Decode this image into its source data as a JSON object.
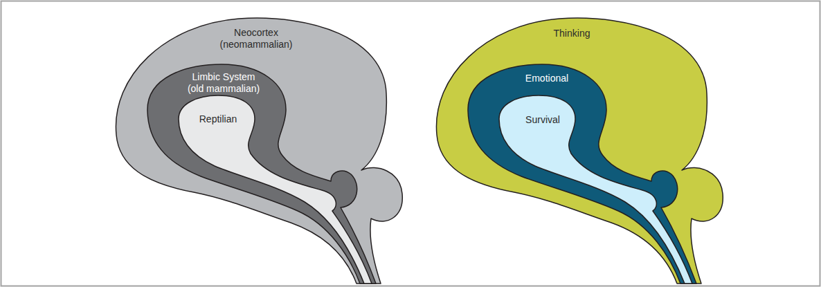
{
  "diagram": {
    "nodes": [
      {
        "text": [
          "Neocortex (neomammalian)"
        ]
      },
      {
        "text": [
          "Limbic System (old mammalian)"
        ],
        "in": 0
      },
      {
        "text": [
          "Reptilian"
        ],
        "in": 1
      },
      {
        "text": [
          "Thinking"
        ]
      },
      {
        "text": [
          "Emotional"
        ],
        "in": 3
      },
      {
        "text": [
          "Survival"
        ],
        "in": 4
      }
    ]
  }
}
